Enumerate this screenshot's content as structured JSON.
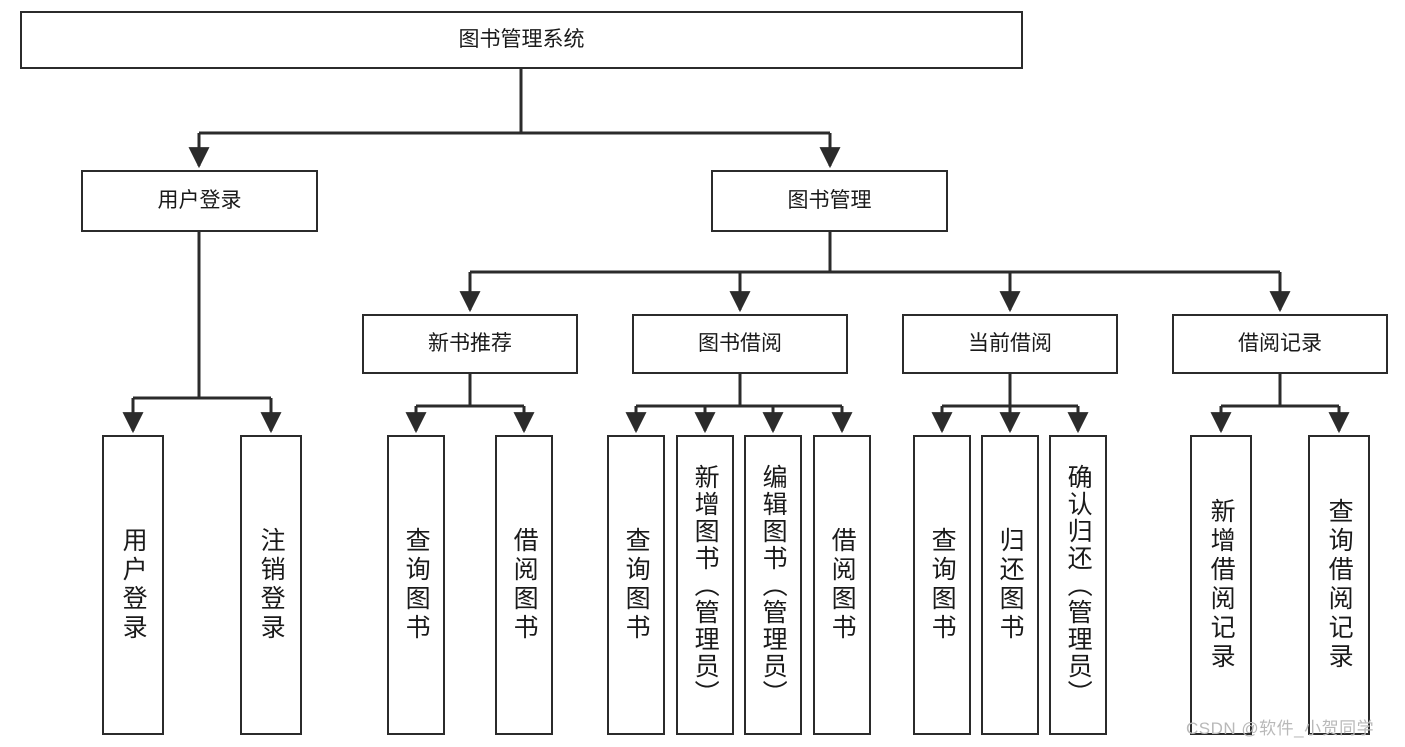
{
  "diagram": {
    "title": "图书管理系统",
    "type": "hierarchy-tree",
    "root": {
      "id": "root",
      "label": "图书管理系统"
    },
    "level2": [
      {
        "id": "user-login",
        "label": "用户登录"
      },
      {
        "id": "book-manage",
        "label": "图书管理"
      }
    ],
    "level3": [
      {
        "id": "new-book-rec",
        "label": "新书推荐"
      },
      {
        "id": "book-borrow",
        "label": "图书借阅"
      },
      {
        "id": "current-borrow",
        "label": "当前借阅"
      },
      {
        "id": "borrow-record",
        "label": "借阅记录"
      }
    ],
    "leaves": {
      "user_login": [
        {
          "id": "leaf-user-login",
          "label": "用户登录"
        },
        {
          "id": "leaf-logout",
          "label": "注销登录"
        }
      ],
      "new_book_rec": [
        {
          "id": "leaf-query-book-1",
          "label": "查询图书"
        },
        {
          "id": "leaf-borrow-book-1",
          "label": "借阅图书"
        }
      ],
      "book_borrow": [
        {
          "id": "leaf-query-book-2",
          "label": "查询图书"
        },
        {
          "id": "leaf-add-book",
          "label": "新增图书（管理员）"
        },
        {
          "id": "leaf-edit-book",
          "label": "编辑图书（管理员）"
        },
        {
          "id": "leaf-borrow-book-2",
          "label": "借阅图书"
        }
      ],
      "current_borrow": [
        {
          "id": "leaf-query-book-3",
          "label": "查询图书"
        },
        {
          "id": "leaf-return-book",
          "label": "归还图书"
        },
        {
          "id": "leaf-confirm-return",
          "label": "确认归还（管理员）"
        }
      ],
      "borrow_record": [
        {
          "id": "leaf-add-record",
          "label": "新增借阅记录"
        },
        {
          "id": "leaf-query-record",
          "label": "查询借阅记录"
        }
      ]
    },
    "colors": {
      "box_border": "#2b2b2b",
      "box_fill": "#ffffff",
      "line": "#2b2b2b",
      "text": "#1a1a1a",
      "watermark": "#b9b9b9"
    }
  },
  "watermark": {
    "text": "CSDN @软件_小贺同学"
  }
}
